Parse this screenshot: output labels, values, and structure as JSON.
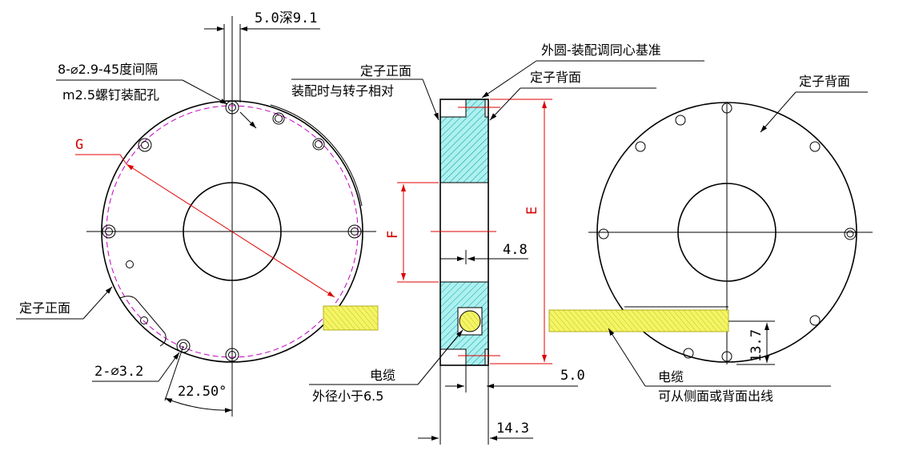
{
  "colors": {
    "outline": "#000000",
    "dimension_red": "#d40000",
    "pcd_magenta": "#c000c0",
    "section_hatch": "#00b0b0",
    "cable_yellow": "#f0f040"
  },
  "front_view": {
    "hole_callout_1": "8-⌀2.9-45度间隔",
    "hole_callout_2": "m2.5螺钉装配孔",
    "depth_dim": "5.0深9.1",
    "diameter_g": "G",
    "face_label": "定子正面",
    "mount_hole": "2-⌀3.2",
    "angle": "22.50°"
  },
  "section_view": {
    "front_face_label": "定子正面",
    "front_face_note": "装配时与转子相对",
    "concentric_ref": "外圆-装配调同心基准",
    "back_face_label": "定子背面",
    "dim_e": "E",
    "dim_f": "F",
    "dim_4_8": "4.8",
    "dim_5_0": "5.0",
    "dim_14_3": "14.3",
    "cable_label": "电缆",
    "cable_note": "外径小于6.5"
  },
  "back_view": {
    "face_label": "定子背面",
    "dim_13_7": "13.7",
    "cable_label": "电缆",
    "cable_note": "可从侧面或背面出线"
  }
}
